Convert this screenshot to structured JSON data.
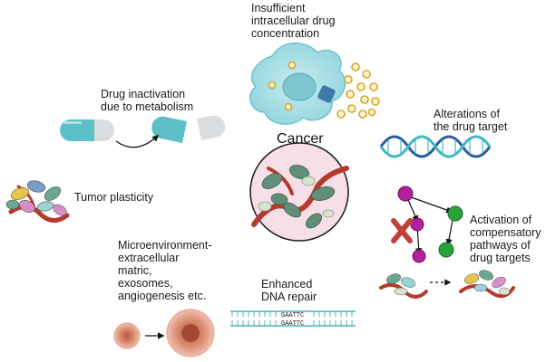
{
  "center": {
    "title": "Cancer"
  },
  "labels": {
    "drug_concentration": "Insufficient\nintracellular drug\nconcentration",
    "drug_inactivation": "Drug inactivation\ndue to metabolism",
    "target_alterations": "Alterations of\nthe drug target",
    "tumor_plasticity": "Tumor plasticity",
    "microenvironment": "Microenvironment-\nextracellular\nmatric,\nexosomes,\nangiogenesis etc.",
    "dna_repair": "Enhanced\nDNA repair",
    "compensatory": "Activation of\ncompensatory\npathways of\ndrug targets"
  },
  "dna_sequence": {
    "top": "GAATTC",
    "bottom": "GAATTC"
  },
  "colors": {
    "capsule_teal": "#5cc0c8",
    "capsule_grey": "#d9dde0",
    "dna_blue": "#2a5d9f",
    "dna_teal": "#42b7c3",
    "vessel_red": "#b53a2c",
    "cell_green": "#5f8f7a",
    "pathway_magenta": "#b4209c",
    "pathway_green": "#2aa23a",
    "cross_red": "#c2403a",
    "vesicle_gold": "#d9a520"
  }
}
